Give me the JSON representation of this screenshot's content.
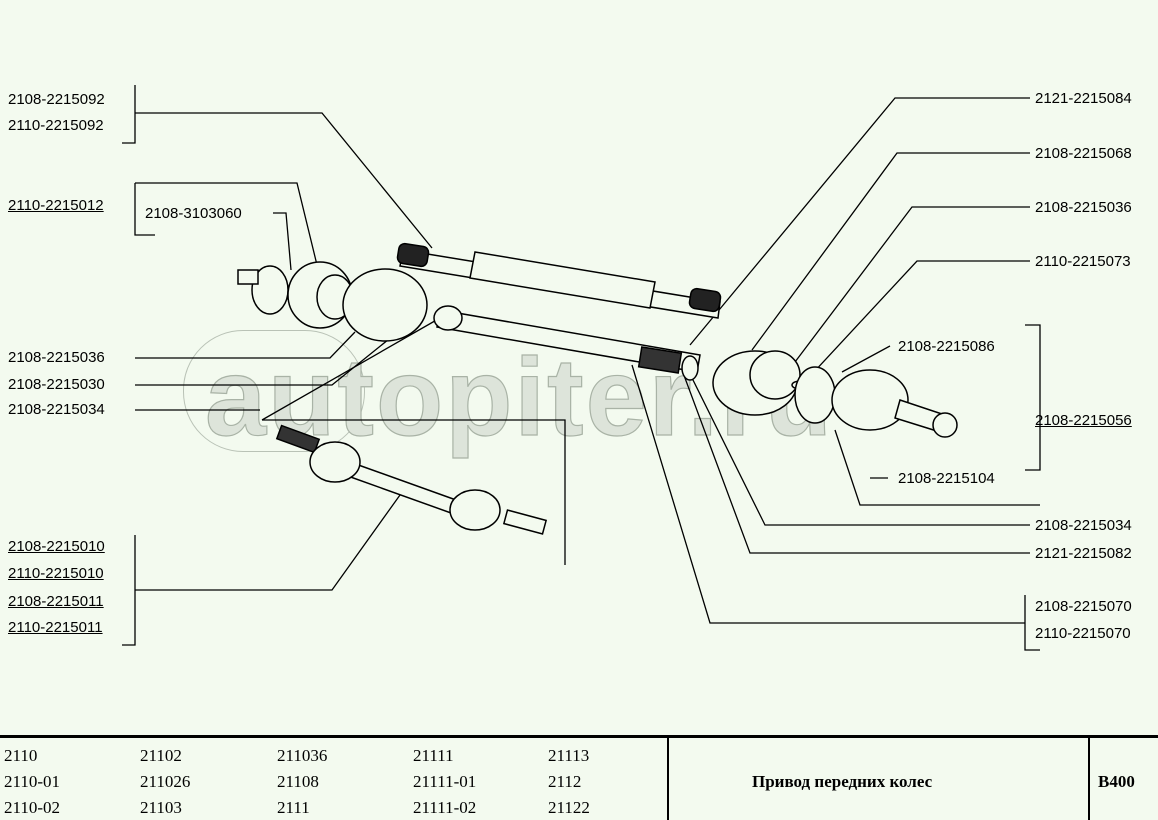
{
  "watermark": "autopiter.ru",
  "left_labels": {
    "l1a": "2108-2215092",
    "l1b": "2110-2215092",
    "l2": "2110-2215012",
    "l3": "2108-3103060",
    "l4": "2108-2215036",
    "l5": "2108-2215030",
    "l6": "2108-2215034",
    "l7a": "2108-2215010",
    "l7b": "2110-2215010",
    "l7c": "2108-2215011",
    "l7d": "2110-2215011"
  },
  "right_labels": {
    "r1": "2121-2215084",
    "r2": "2108-2215068",
    "r3": "2108-2215036",
    "r4": "2110-2215073",
    "r5": "2108-2215086",
    "r6": "2108-2215056",
    "r7": "2108-2215104",
    "r8": "2108-2215034",
    "r9": "2121-2215082",
    "r10a": "2108-2215070",
    "r10b": "2110-2215070"
  },
  "footer": {
    "models": [
      [
        "2110",
        "2110-01",
        "2110-02"
      ],
      [
        "21102",
        "211026",
        "21103"
      ],
      [
        "211036",
        "21108",
        "2111"
      ],
      [
        "21111",
        "21111-01",
        "21111-02"
      ],
      [
        "21113",
        "2112",
        "21122"
      ]
    ],
    "title": "Привод передних колес",
    "code": "B400"
  }
}
